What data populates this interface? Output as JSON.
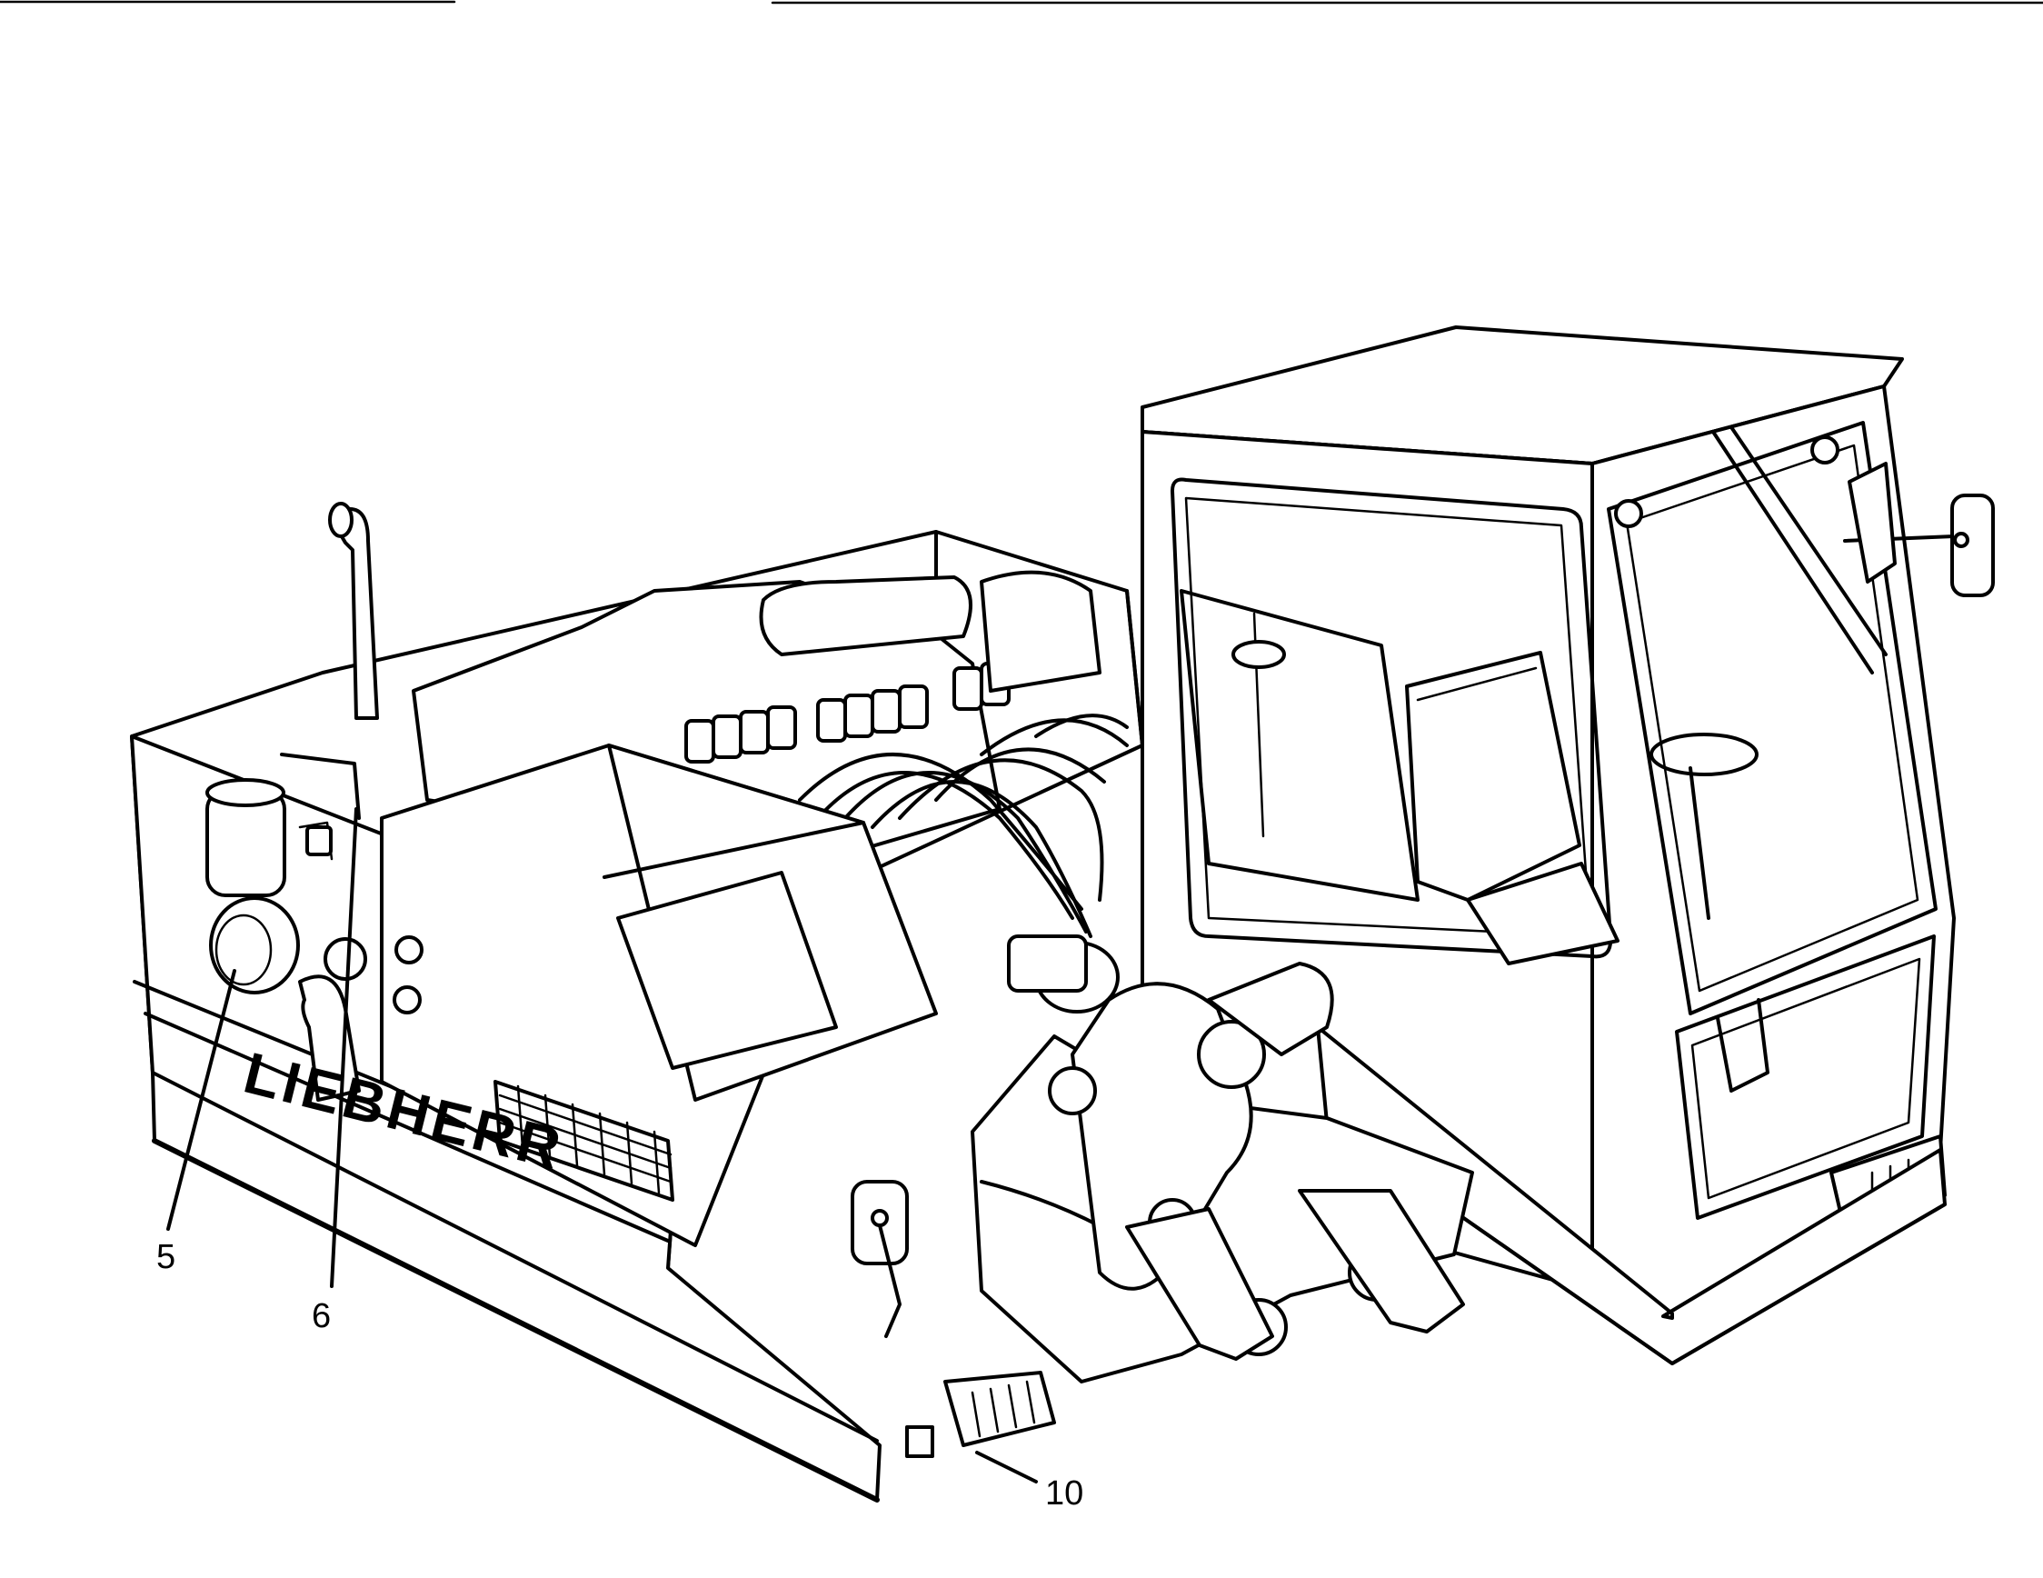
{
  "brand": {
    "name": "LIEBHERR"
  },
  "callouts": [
    {
      "id": "5",
      "label": "5"
    },
    {
      "id": "6",
      "label": "6"
    },
    {
      "id": "10",
      "label": "10"
    }
  ]
}
